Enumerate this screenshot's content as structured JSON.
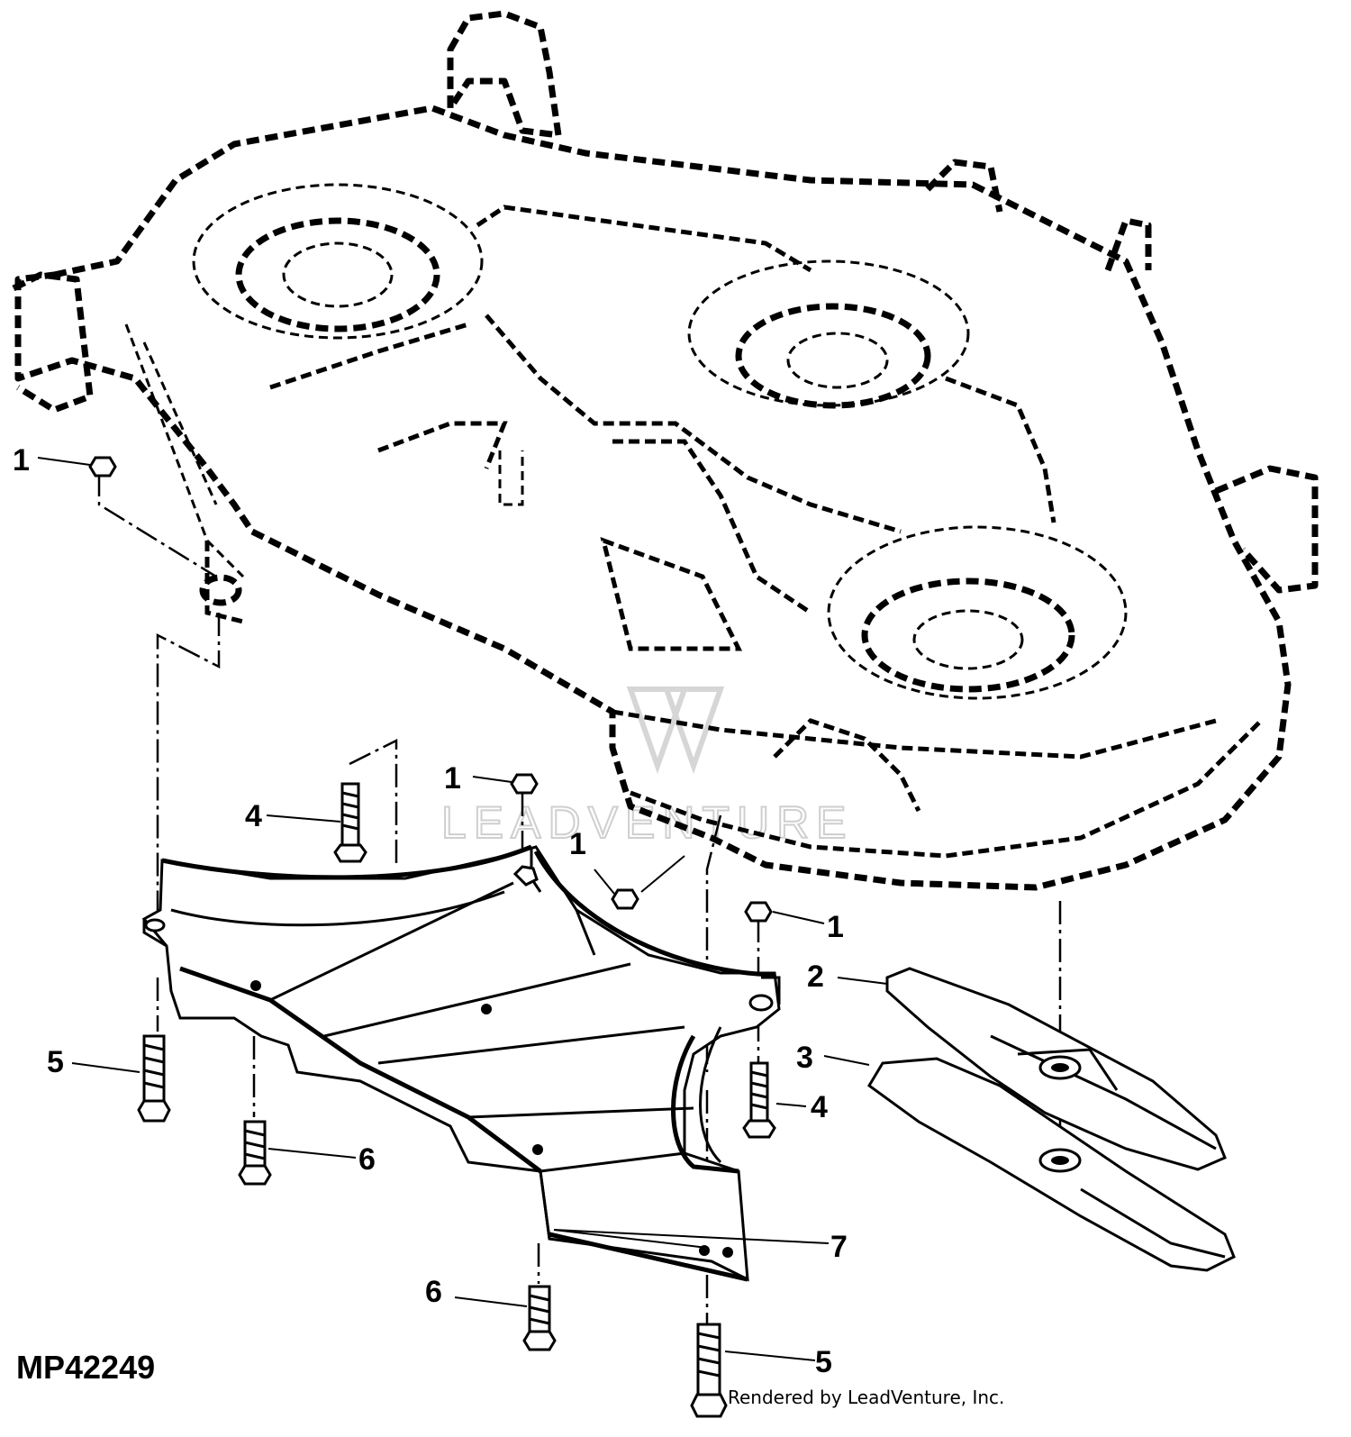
{
  "figure": {
    "id": "MP42249",
    "credit": "Rendered by LeadVenture, Inc.",
    "watermark": "LEADVENTURE"
  },
  "callouts": {
    "c1a": "1",
    "c1b": "1",
    "c1c": "1",
    "c1d": "1",
    "c2": "2",
    "c3": "3",
    "c4a": "4",
    "c4b": "4",
    "c5a": "5",
    "c5b": "5",
    "c6a": "6",
    "c6b": "6",
    "c7": "7"
  }
}
